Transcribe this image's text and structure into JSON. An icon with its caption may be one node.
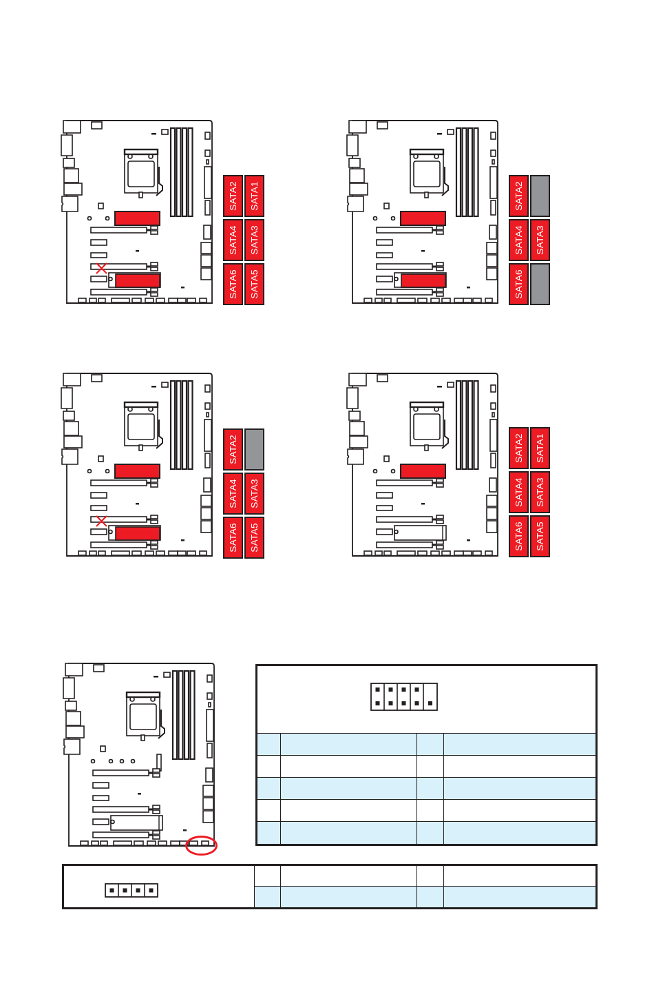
{
  "diagram": {
    "nodes": [
      {
        "text": [
          "SATA2"
        ]
      },
      {
        "text": [
          "SATA1"
        ]
      },
      {
        "text": [
          "SATA4"
        ]
      },
      {
        "text": [
          "SATA3"
        ]
      },
      {
        "text": [
          "SATA6"
        ]
      },
      {
        "text": [
          "SATA5"
        ]
      },
      {
        "text": [
          "SATA2"
        ]
      },
      {
        "text": [],
        "shape": "box"
      },
      {
        "text": [
          "SATA4"
        ]
      },
      {
        "text": [
          "SATA3"
        ]
      },
      {
        "text": [
          "SATA6"
        ]
      },
      {
        "text": [],
        "shape": "box"
      },
      {
        "text": [
          "SATA2"
        ]
      },
      {
        "text": [],
        "shape": "box"
      },
      {
        "text": [
          "SATA4"
        ]
      },
      {
        "text": [
          "SATA3"
        ]
      },
      {
        "text": [
          "SATA6"
        ]
      },
      {
        "text": [
          "SATA5"
        ]
      },
      {
        "text": [
          "SATA2"
        ]
      },
      {
        "text": [
          "SATA1"
        ]
      },
      {
        "text": [
          "SATA4"
        ]
      },
      {
        "text": [
          "SATA3"
        ]
      },
      {
        "text": [
          "SATA6"
        ]
      },
      {
        "text": [
          "SATA5"
        ]
      }
    ]
  }
}
